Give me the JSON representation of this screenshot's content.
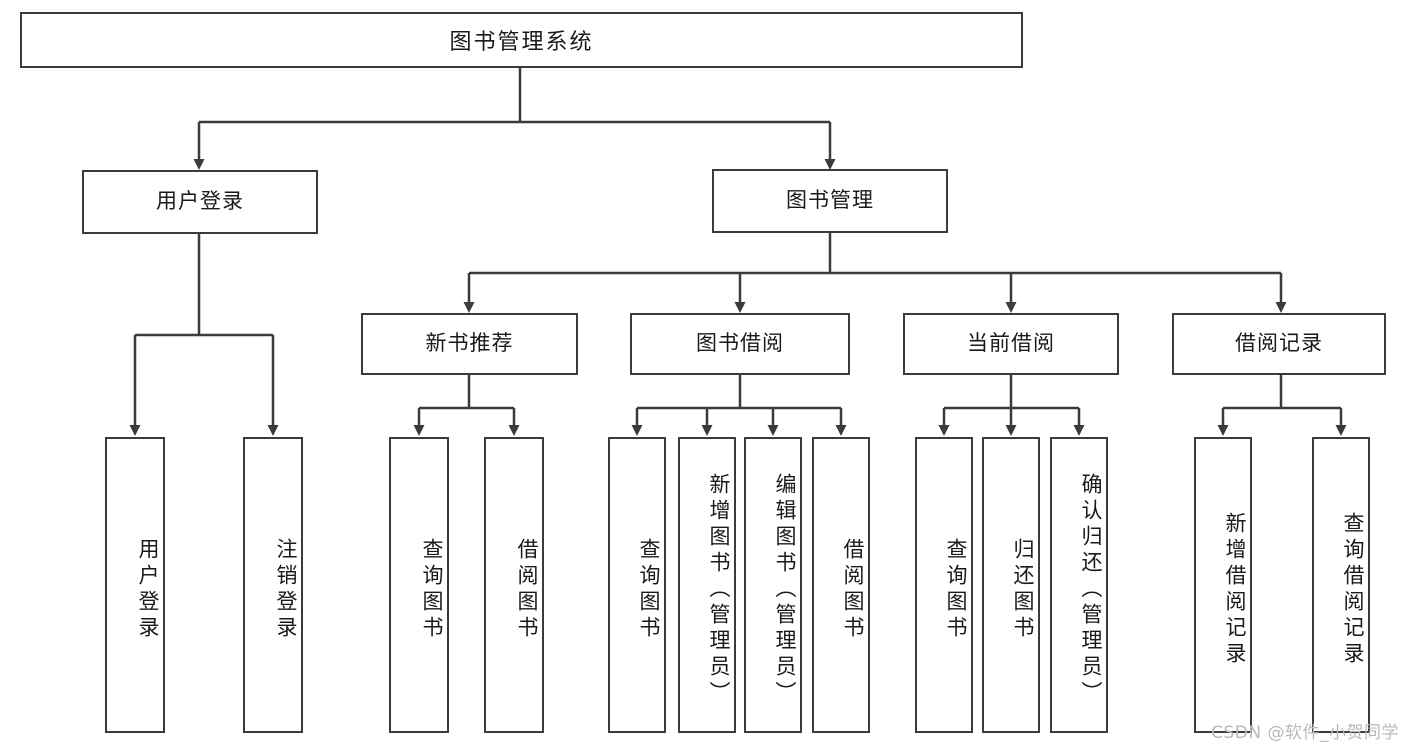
{
  "diagram": {
    "type": "tree",
    "title": "图书管理系统",
    "watermark": "CSDN @软件_小贺同学",
    "line_color": "#3b3b3b",
    "background": "#ffffff",
    "text_color": "#1a1a1a",
    "root": {
      "label": "图书管理系统",
      "children": [
        {
          "label": "用户登录",
          "children": [
            {
              "label": "用户登录"
            },
            {
              "label": "注销登录"
            }
          ]
        },
        {
          "label": "图书管理",
          "children": [
            {
              "label": "新书推荐",
              "children": [
                {
                  "label": "查询图书"
                },
                {
                  "label": "借阅图书"
                }
              ]
            },
            {
              "label": "图书借阅",
              "children": [
                {
                  "label": "查询图书"
                },
                {
                  "label": "新增图书（管理员）"
                },
                {
                  "label": "编辑图书（管理员）"
                },
                {
                  "label": "借阅图书"
                }
              ]
            },
            {
              "label": "当前借阅",
              "children": [
                {
                  "label": "查询图书"
                },
                {
                  "label": "归还图书"
                },
                {
                  "label": "确认归还（管理员）"
                }
              ]
            },
            {
              "label": "借阅记录",
              "children": [
                {
                  "label": "新增借阅记录"
                },
                {
                  "label": "查询借阅记录"
                }
              ]
            }
          ]
        }
      ]
    },
    "nodes": {
      "root": "图书管理系统",
      "user_login": "用户登录",
      "book_manage": "图书管理",
      "new_book_rec": "新书推荐",
      "book_borrow": "图书借阅",
      "current_borrow": "当前借阅",
      "borrow_record": "借阅记录",
      "leaf_user_login": "用户登录",
      "leaf_user_logout": "注销登录",
      "leaf_rec_query": "查询图书",
      "leaf_rec_borrow": "借阅图书",
      "leaf_borrow_query": "查询图书",
      "leaf_borrow_add": "新增图书（管理员）",
      "leaf_borrow_edit": "编辑图书（管理员）",
      "leaf_borrow_borrow": "借阅图书",
      "leaf_cur_query": "查询图书",
      "leaf_cur_return": "归还图书",
      "leaf_cur_confirm": "确认归还（管理员）",
      "leaf_rec_add": "新增借阅记录",
      "leaf_rec_query2": "查询借阅记录"
    }
  }
}
